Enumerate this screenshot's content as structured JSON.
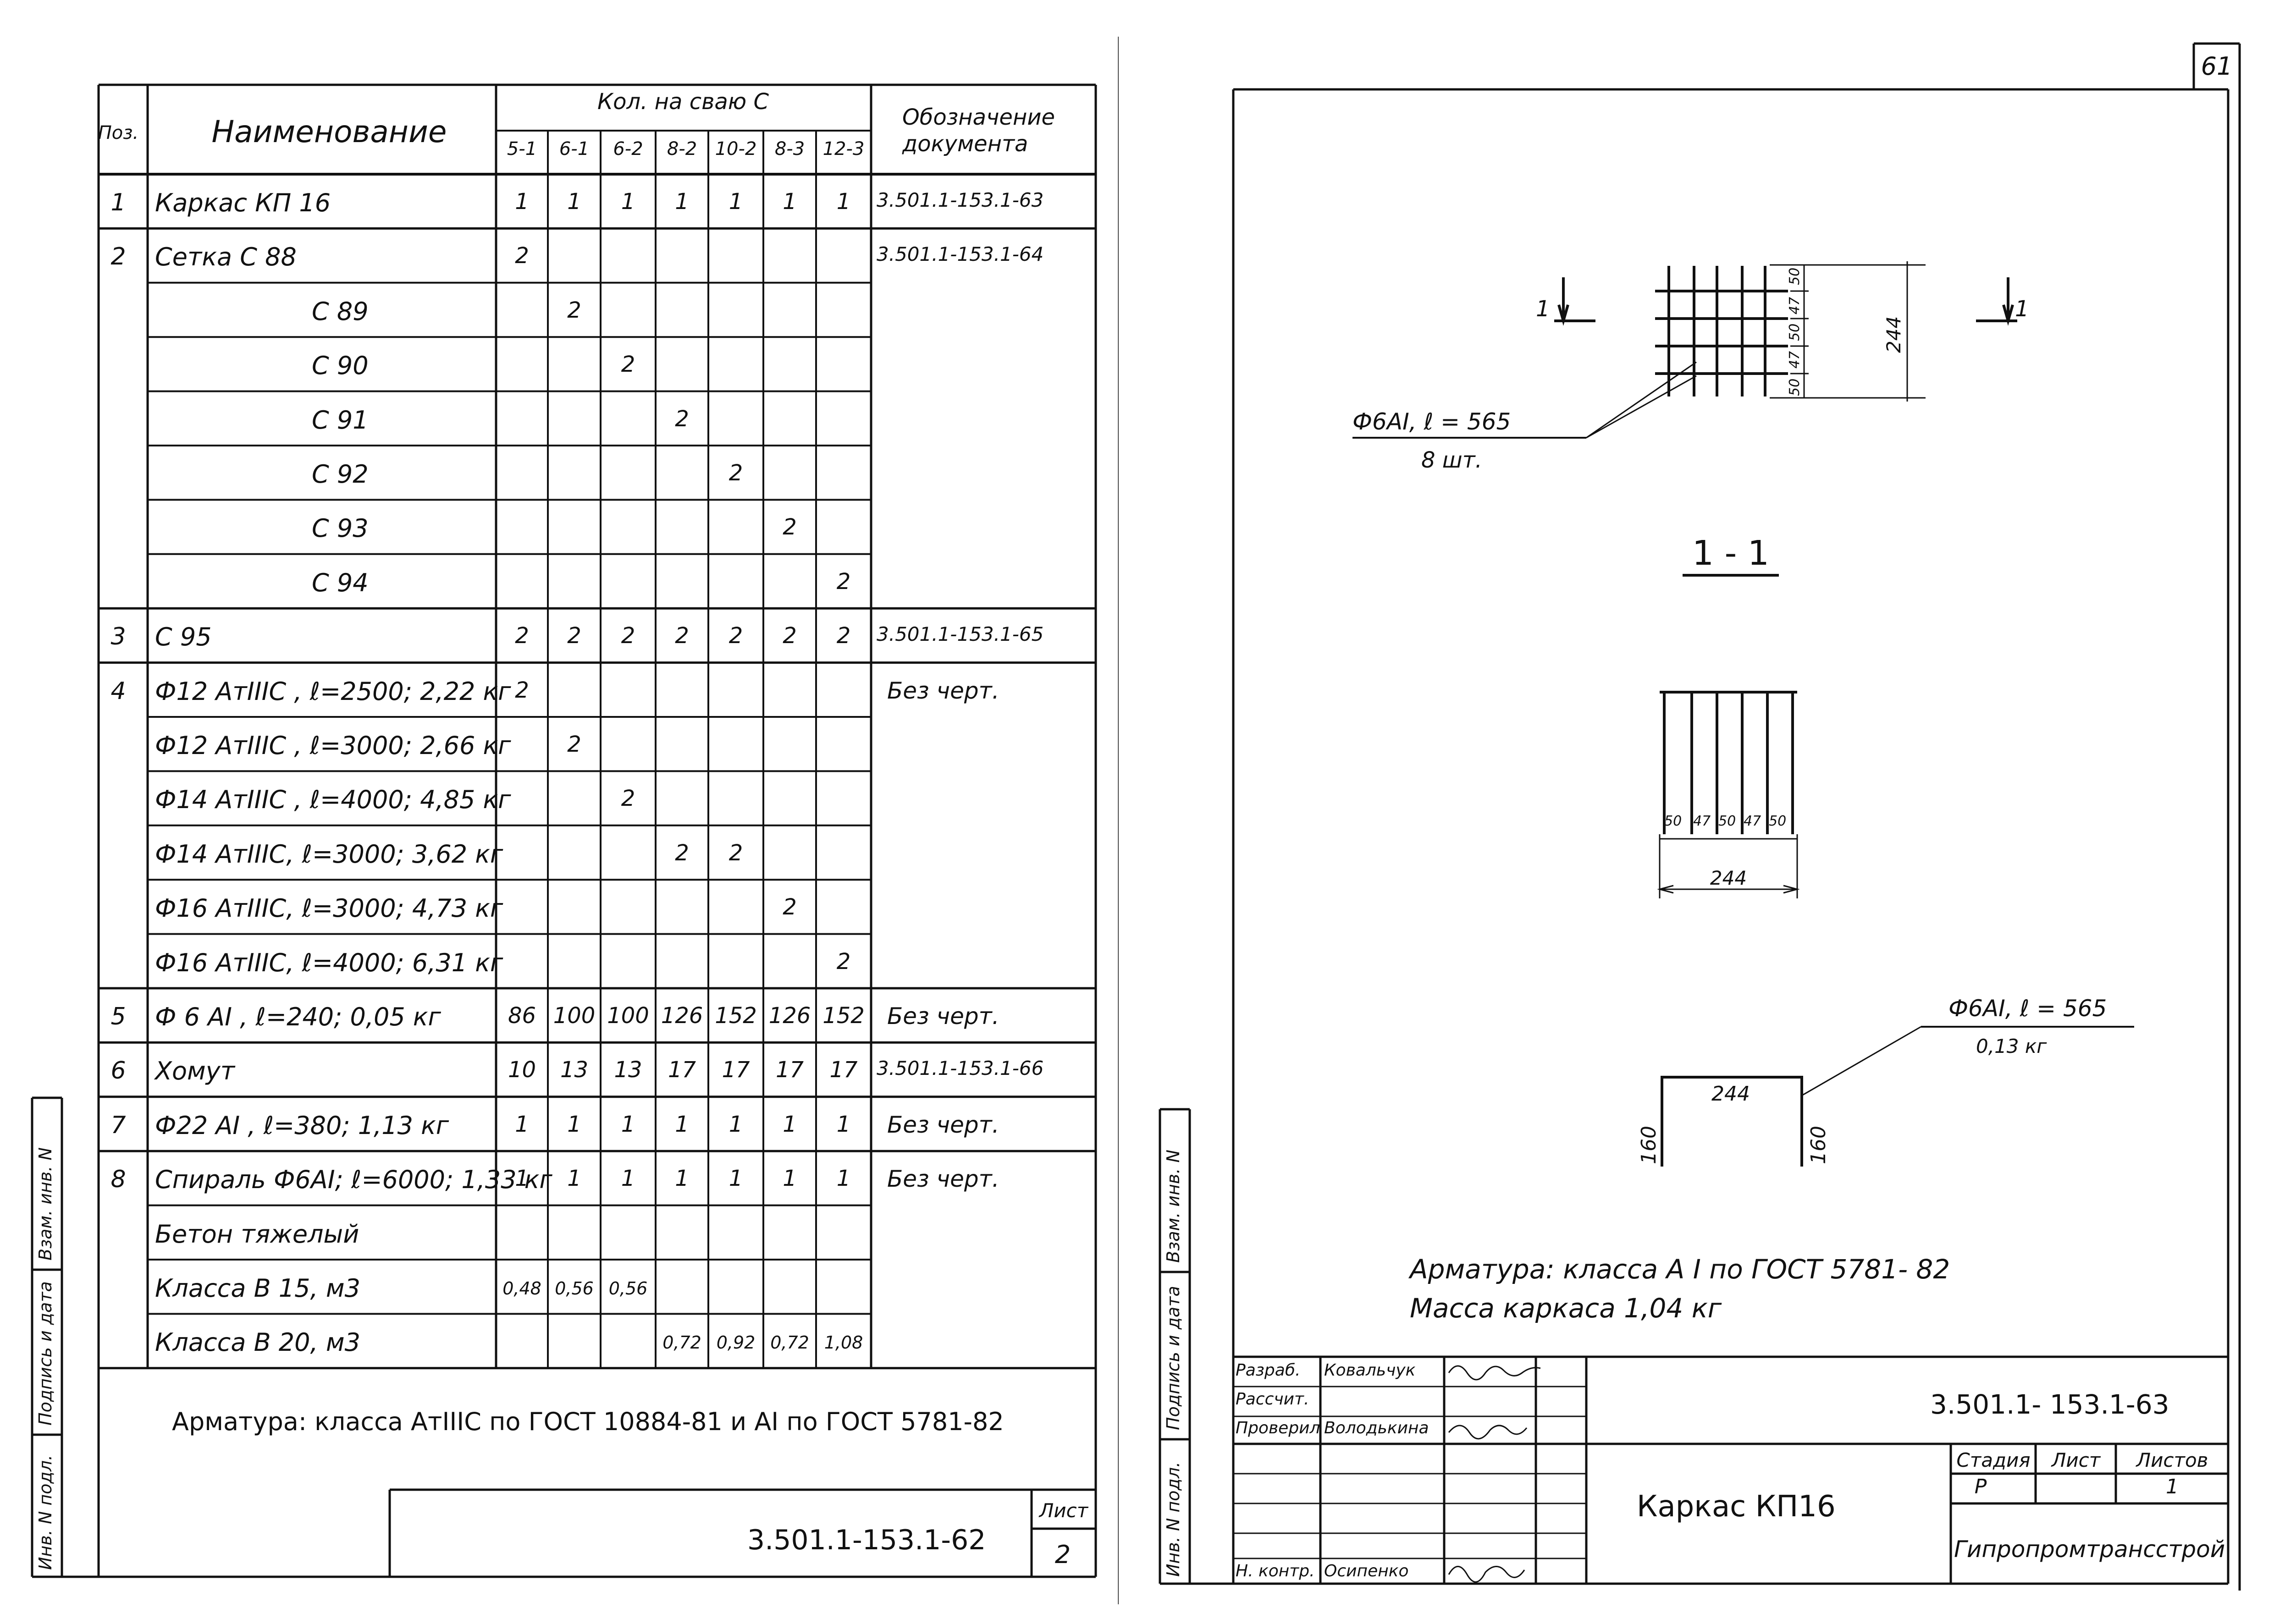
{
  "page_number": "61",
  "left_sheet": {
    "table": {
      "header": {
        "pos": "Поз.",
        "name": "Наименование",
        "qty_group": "Кол. на сваю С",
        "doc": "Обозначение документа",
        "columns": [
          "5-1",
          "6-1",
          "6-2",
          "8-2",
          "10-2",
          "8-3",
          "12-3"
        ]
      },
      "rows": [
        {
          "pos": "1",
          "name": "Каркас   КП 16",
          "q": [
            "1",
            "1",
            "1",
            "1",
            "1",
            "1",
            "1"
          ],
          "doc": "3.501.1-153.1-63"
        },
        {
          "pos": "2",
          "name": "Сетка      С 88",
          "q": [
            "2",
            "",
            "",
            "",
            "",
            "",
            ""
          ],
          "doc": "3.501.1-153.1-64"
        },
        {
          "pos": "",
          "name": "С 89",
          "q": [
            "",
            "2",
            "",
            "",
            "",
            "",
            ""
          ],
          "doc": ""
        },
        {
          "pos": "",
          "name": "С 90",
          "q": [
            "",
            "",
            "2",
            "",
            "",
            "",
            ""
          ],
          "doc": ""
        },
        {
          "pos": "",
          "name": "С 91",
          "q": [
            "",
            "",
            "",
            "2",
            "",
            "",
            ""
          ],
          "doc": ""
        },
        {
          "pos": "",
          "name": "С 92",
          "q": [
            "",
            "",
            "",
            "",
            "2",
            "",
            ""
          ],
          "doc": ""
        },
        {
          "pos": "",
          "name": "С 93",
          "q": [
            "",
            "",
            "",
            "",
            "",
            "2",
            ""
          ],
          "doc": ""
        },
        {
          "pos": "",
          "name": "С 94",
          "q": [
            "",
            "",
            "",
            "",
            "",
            "",
            "2"
          ],
          "doc": ""
        },
        {
          "pos": "3",
          "name": "С 95",
          "q": [
            "2",
            "2",
            "2",
            "2",
            "2",
            "2",
            "2"
          ],
          "doc": "3.501.1-153.1-65"
        },
        {
          "pos": "4",
          "name": "Ф12 АтIIIС ,  ℓ=2500; 2,22 кг",
          "q": [
            "2",
            "",
            "",
            "",
            "",
            "",
            ""
          ],
          "doc": "Без черт."
        },
        {
          "pos": "",
          "name": "Ф12 АтIIIС ,  ℓ=3000; 2,66 кг",
          "q": [
            "",
            "2",
            "",
            "",
            "",
            "",
            ""
          ],
          "doc": ""
        },
        {
          "pos": "",
          "name": "Ф14 АтIIIС ,  ℓ=4000; 4,85 кг",
          "q": [
            "",
            "",
            "2",
            "",
            "",
            "",
            ""
          ],
          "doc": ""
        },
        {
          "pos": "",
          "name": "Ф14 АтIIIС,  ℓ=3000; 3,62 кг",
          "q": [
            "",
            "",
            "",
            "2",
            "2",
            "",
            ""
          ],
          "doc": ""
        },
        {
          "pos": "",
          "name": "Ф16 АтIIIС,  ℓ=3000; 4,73 кг",
          "q": [
            "",
            "",
            "",
            "",
            "",
            "2",
            ""
          ],
          "doc": ""
        },
        {
          "pos": "",
          "name": "Ф16 АтIIIС,  ℓ=4000; 6,31 кг",
          "q": [
            "",
            "",
            "",
            "",
            "",
            "",
            "2"
          ],
          "doc": ""
        },
        {
          "pos": "5",
          "name": "Ф 6 АI ,  ℓ=240; 0,05 кг",
          "q": [
            "86",
            "100",
            "100",
            "126",
            "152",
            "126",
            "152"
          ],
          "doc": "Без черт."
        },
        {
          "pos": "6",
          "name": "Хомут",
          "q": [
            "10",
            "13",
            "13",
            "17",
            "17",
            "17",
            "17"
          ],
          "doc": "3.501.1-153.1-66"
        },
        {
          "pos": "7",
          "name": "Ф22 АI ,  ℓ=380; 1,13 кг",
          "q": [
            "1",
            "1",
            "1",
            "1",
            "1",
            "1",
            "1"
          ],
          "doc": "Без черт."
        },
        {
          "pos": "8",
          "name": "Спираль Ф6АI; ℓ=6000; 1,33 кг",
          "q": [
            "1",
            "1",
            "1",
            "1",
            "1",
            "1",
            "1"
          ],
          "doc": "Без черт."
        },
        {
          "pos": "",
          "name": "Бетон тяжелый",
          "q": [
            "",
            "",
            "",
            "",
            "",
            "",
            ""
          ],
          "doc": ""
        },
        {
          "pos": "",
          "name": "Класса  В 15,  м3",
          "q": [
            "0,48",
            "0,56",
            "0,56",
            "",
            "",
            "",
            ""
          ],
          "doc": ""
        },
        {
          "pos": "",
          "name": "Класса  В 20,  м3",
          "q": [
            "",
            "",
            "",
            "0,72",
            "0,92",
            "0,72",
            "1,08"
          ],
          "doc": ""
        }
      ]
    },
    "note": "Арматура:  класса  АтIIIС  по  ГОСТ 10884-81  и  АI  по  ГОСТ 5781-82",
    "stamp_doc": "3.501.1-153.1-62",
    "sheet_label": "Лист",
    "sheet_number": "2",
    "side_labels": [
      "Инв. N подл.",
      "Подпись и дата",
      "Взам. инв. N"
    ]
  },
  "right_sheet": {
    "section_label": "1 - 1",
    "cut_mark": "1",
    "top_dims": [
      "50",
      "47",
      "50",
      "47",
      "50"
    ],
    "top_total": "244",
    "bar_callout_1": "Ф6АI,  ℓ = 565",
    "bar_callout_1_qty": "8 шт.",
    "bottom_dims": [
      "50",
      "47",
      "50",
      "47",
      "50"
    ],
    "bottom_total": "244",
    "bar_callout_2": "Ф6АI,  ℓ = 565",
    "bar_callout_2_mass": "0,13 кг",
    "bent_width": "244",
    "bent_leg_left": "160",
    "bent_leg_right": "160",
    "note_line1": "Арматура:  класса  А I   по  ГОСТ 5781- 82",
    "note_line2": "Масса  каркаса   1,04 кг",
    "side_labels": [
      "Инв. N подл.",
      "Подпись и дата",
      "Взам. инв. N"
    ],
    "stamp": {
      "roles": [
        "Разраб.",
        "Рассчит.",
        "Проверил",
        "",
        "",
        "",
        "Н. контр."
      ],
      "names": [
        "Ковальчук",
        "",
        "Володькина",
        "",
        "",
        "",
        "Осипенко"
      ],
      "doc": "3.501.1- 153.1-63",
      "title": "Каркас  КП16",
      "stage_label": "Стадия",
      "sheet_label": "Лист",
      "sheets_label": "Листов",
      "stage": "Р",
      "sheets": "1",
      "org": "Гипропромтрансстрой"
    }
  }
}
